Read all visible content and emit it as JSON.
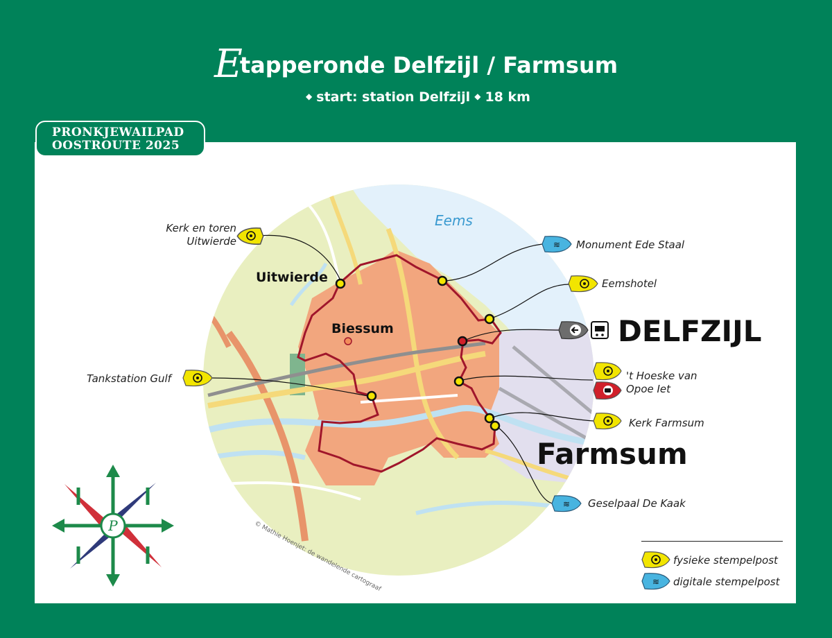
{
  "title": {
    "initial": "E",
    "rest": "tapperonde Delfzijl / Farmsum"
  },
  "subtitle": {
    "start": "start: station Delfzijl",
    "distance": "18 km"
  },
  "banner": {
    "line1": "PRONKJEWAILPAD",
    "line2": "OOSTROUTE 2025"
  },
  "map": {
    "water_label": "Eems",
    "credit": "© Mathie Hoenjet: de wandelende cartograaf",
    "towns": [
      {
        "name": "Uitwierde"
      },
      {
        "name": "Biessum"
      },
      {
        "name": "DELFZIJL"
      },
      {
        "name": "Farmsum"
      }
    ],
    "pois": [
      {
        "label_line1": "Kerk en toren",
        "label_line2": "Uitwierde",
        "type": "fysieke stempelpost"
      },
      {
        "label_line1": "Monument Ede Staal",
        "type": "digitale stempelpost"
      },
      {
        "label_line1": "Eemshotel",
        "type": "fysieke stempelpost"
      },
      {
        "label_line1": "Tankstation Gulf",
        "type": "fysieke stempelpost"
      },
      {
        "label_line1": "'t Hoeske van",
        "label_line2": "Opoe Iet",
        "type": "fysieke stempelpost"
      },
      {
        "label_line1": "Kerk Farmsum",
        "type": "fysieke stempelpost"
      },
      {
        "label_line1": "Geselpaal De Kaak",
        "type": "digitale stempelpost"
      }
    ],
    "icons": [
      "arrow-left-icon",
      "train-icon",
      "eye-icon",
      "wifi-icon",
      "cup-icon",
      "compass-rose-icon"
    ]
  },
  "legend": [
    {
      "label": "fysieke stempelpost",
      "color": "#f2e500"
    },
    {
      "label": "digitale stempelpost",
      "color": "#48b4e0"
    }
  ],
  "colors": {
    "background": "#008259",
    "route": "#a0162b",
    "urban": "#f2a67e",
    "water": "#e3f1fb",
    "land": "#e9efc0"
  }
}
